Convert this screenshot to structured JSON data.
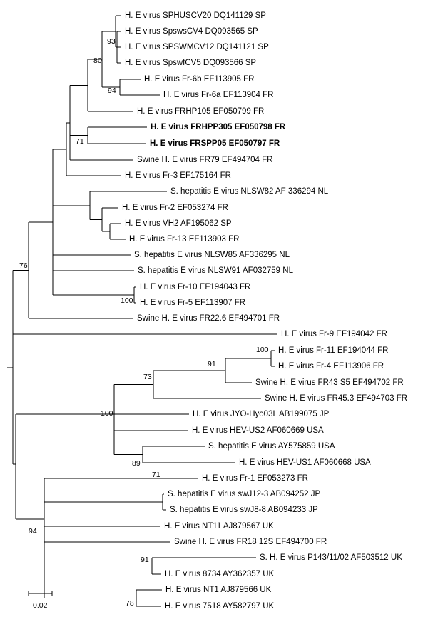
{
  "taxa": [
    {
      "id": "t1",
      "label": "H. E virus SPHUSCV20 DQ141129 SP"
    },
    {
      "id": "t2",
      "label": "H. E virus SpswsCV4 DQ093565 SP"
    },
    {
      "id": "t3",
      "label": "H. E virus SPSWMCV12 DQ141121 SP"
    },
    {
      "id": "t4",
      "label": "H. E virus SpswfCV5 DQ093566 SP"
    },
    {
      "id": "t5",
      "label": "H. E virus Fr-6b EF113905 FR"
    },
    {
      "id": "t6",
      "label": "H. E virus Fr-6a EF113904 FR"
    },
    {
      "id": "t7",
      "label": "H. E virus FRHP105 EF050799 FR"
    },
    {
      "id": "t8",
      "label": "H. E virus FRHPP305 EF050798 FR",
      "bold": true
    },
    {
      "id": "t9",
      "label": "H. E virus FRSPP05 EF050797 FR",
      "bold": true
    },
    {
      "id": "t10",
      "label": "Swine H. E virus FR79 EF494704 FR"
    },
    {
      "id": "t11",
      "label": "H. E virus Fr-3 EF175164 FR"
    },
    {
      "id": "t12",
      "label": "S. hepatitis E virus NLSW82 AF 336294 NL"
    },
    {
      "id": "t13",
      "label": "H. E virus Fr-2 EF053274 FR"
    },
    {
      "id": "t14",
      "label": "H. E virus VH2 AF195062 SP"
    },
    {
      "id": "t15",
      "label": "H. E virus Fr-13 EF113903 FR"
    },
    {
      "id": "t16",
      "label": "S. hepatitis E virus NLSW85 AF336295 NL"
    },
    {
      "id": "t17",
      "label": "S. hepatitis E virus NLSW91 AF032759 NL"
    },
    {
      "id": "t18",
      "label": "H. E virus Fr-10 EF194043 FR"
    },
    {
      "id": "t19",
      "label": "H. E virus Fr-5 EF113907 FR"
    },
    {
      "id": "t20",
      "label": "Swine H. E virus FR22.6 EF494701 FR"
    },
    {
      "id": "t21",
      "label": "H. E virus Fr-9 EF194042 FR"
    },
    {
      "id": "t22",
      "label": "H. E virus Fr-11 EF194044 FR"
    },
    {
      "id": "t23",
      "label": "H. E virus Fr-4 EF113906 FR"
    },
    {
      "id": "t24",
      "label": "Swine H. E virus FR43 S5 EF494702 FR"
    },
    {
      "id": "t25",
      "label": "Swine H. E virus FR45.3 EF494703 FR"
    },
    {
      "id": "t26",
      "label": "H. E virus JYO-Hyo03L AB199075 JP"
    },
    {
      "id": "t27",
      "label": "H. E virus HEV-US2 AF060669 USA"
    },
    {
      "id": "t28",
      "label": "S. hepatitis E virus AY575859 USA"
    },
    {
      "id": "t29",
      "label": "H. E virus HEV-US1 AF060668 USA"
    },
    {
      "id": "t30",
      "label": "H. E virus Fr-1 EF053273 FR"
    },
    {
      "id": "t31",
      "label": "S. hepatitis E virus swJ12-3 AB094252 JP"
    },
    {
      "id": "t32",
      "label": "S. hepatitis E virus swJ8-8 AB094233 JP"
    },
    {
      "id": "t33",
      "label": "H. E virus NT11 AJ879567 UK"
    },
    {
      "id": "t34",
      "label": "Swine H. E virus FR18 12S EF494700 FR"
    },
    {
      "id": "t35",
      "label": "S. H. E virus P143/11/02 AF503512 UK"
    },
    {
      "id": "t36",
      "label": "H. E virus 8734 AY362357 UK"
    },
    {
      "id": "t37",
      "label": "H. E virus NT1 AJ879566 UK"
    },
    {
      "id": "t38",
      "label": "H. E virus 7518 AY582797 UK"
    }
  ],
  "bootstrap": {
    "b93": "93",
    "b80": "80",
    "b94a": "94",
    "b71a": "71",
    "b76": "76",
    "b100a": "100",
    "b100b": "100",
    "b91a": "91",
    "b73": "73",
    "b100c": "100",
    "b89": "89",
    "b71b": "71",
    "b94b": "94",
    "b91b": "91",
    "b78": "78"
  },
  "scale_bar": {
    "value": "0.02"
  }
}
